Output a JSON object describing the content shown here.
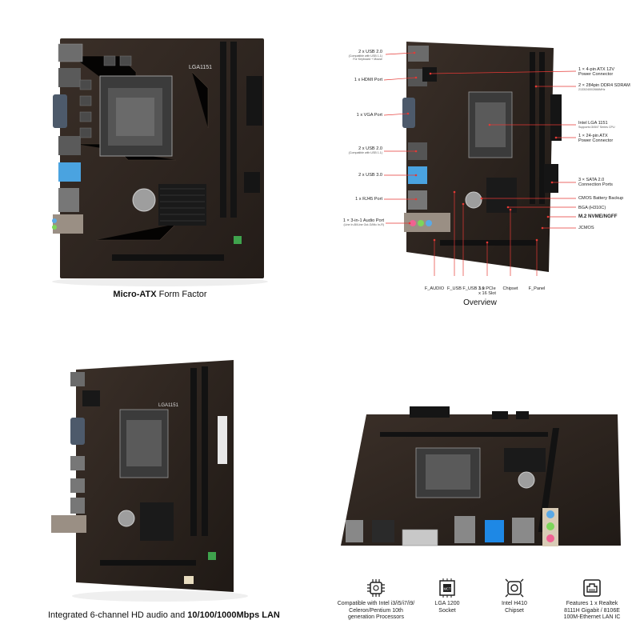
{
  "panel1": {
    "caption_bold": "Micro-ATX",
    "caption_rest": " Form Factor",
    "socket_print": "LGA1151"
  },
  "panel2": {
    "left_labels": [
      {
        "main": "2 x USB 2.0",
        "sub": "(Compatible with USB 1.1)\nFor Keyboard + Mouse"
      },
      {
        "main": "1 x HDMI Port",
        "sub": ""
      },
      {
        "main": "1 x VGA Port",
        "sub": ""
      },
      {
        "main": "2 x USB 2.0",
        "sub": "(Compatible with USB 1.1)"
      },
      {
        "main": "2 x USB 3.0",
        "sub": ""
      },
      {
        "main": "1 x RJ45 Port",
        "sub": ""
      },
      {
        "main": "1 × 3-in-1 Audio Port",
        "sub": "(Line In-Bl/Line Out-G/Mic In-R)"
      }
    ],
    "right_labels": [
      {
        "main": "1 × 4-pin ATX 12V\nPower Connector",
        "sub": ""
      },
      {
        "main": "2 × 284pin DDR4 SDRAM",
        "sub": "2133/2400/2666MHz"
      },
      {
        "main": "Intel LGA 1151",
        "sub": "Supports i3/i5/i7 Series CPU"
      },
      {
        "main": "1 × 24-pin ATX\nPower Connector",
        "sub": ""
      },
      {
        "main": "3 × SATA 2.0\nConnection Ports",
        "sub": ""
      },
      {
        "main": "CMOS Battery Backup",
        "sub": ""
      },
      {
        "main": "BGA (H310C)",
        "sub": ""
      },
      {
        "main": "M.2 NVME/NGFF",
        "sub": ""
      },
      {
        "main": "JCMOS",
        "sub": ""
      }
    ],
    "bottom_labels": [
      "F_AUDIO",
      "F_USB",
      "F_USB 3.0",
      "1 x PCIe\nx 16 Slot",
      "Chipset",
      "F_Panel"
    ],
    "caption": "Overview"
  },
  "panel3": {
    "caption_rest": "Integrated 6-channel HD audio and ",
    "caption_bold": "10/100/1000Mbps LAN",
    "socket_print": "LGA1151"
  },
  "panel4": {
    "features": [
      {
        "icon": "processor-icon",
        "text": "Compatible with Intel i3/i5/i7/i9/\nCeleron/Pentium 10th\ngeneration Processors"
      },
      {
        "icon": "cpu-chip-icon",
        "text": "LGA 1200\nSocket"
      },
      {
        "icon": "chipset-icon",
        "text": "Intel H410\nChipset"
      },
      {
        "icon": "ethernet-port-icon",
        "text": "Features 1 x Realtek\n8111H Gigabit / 8106E\n100M-Ethernet LAN IC"
      }
    ],
    "chip_print": "MCT"
  },
  "colors": {
    "pcb": "#2e2520",
    "pcb_dark": "#1c1714",
    "accent_red": "#e53935",
    "usb3_blue": "#1e88e5",
    "audio_green": "#7cd65a",
    "audio_pink": "#f06292",
    "audio_blue": "#5aa9e6"
  }
}
